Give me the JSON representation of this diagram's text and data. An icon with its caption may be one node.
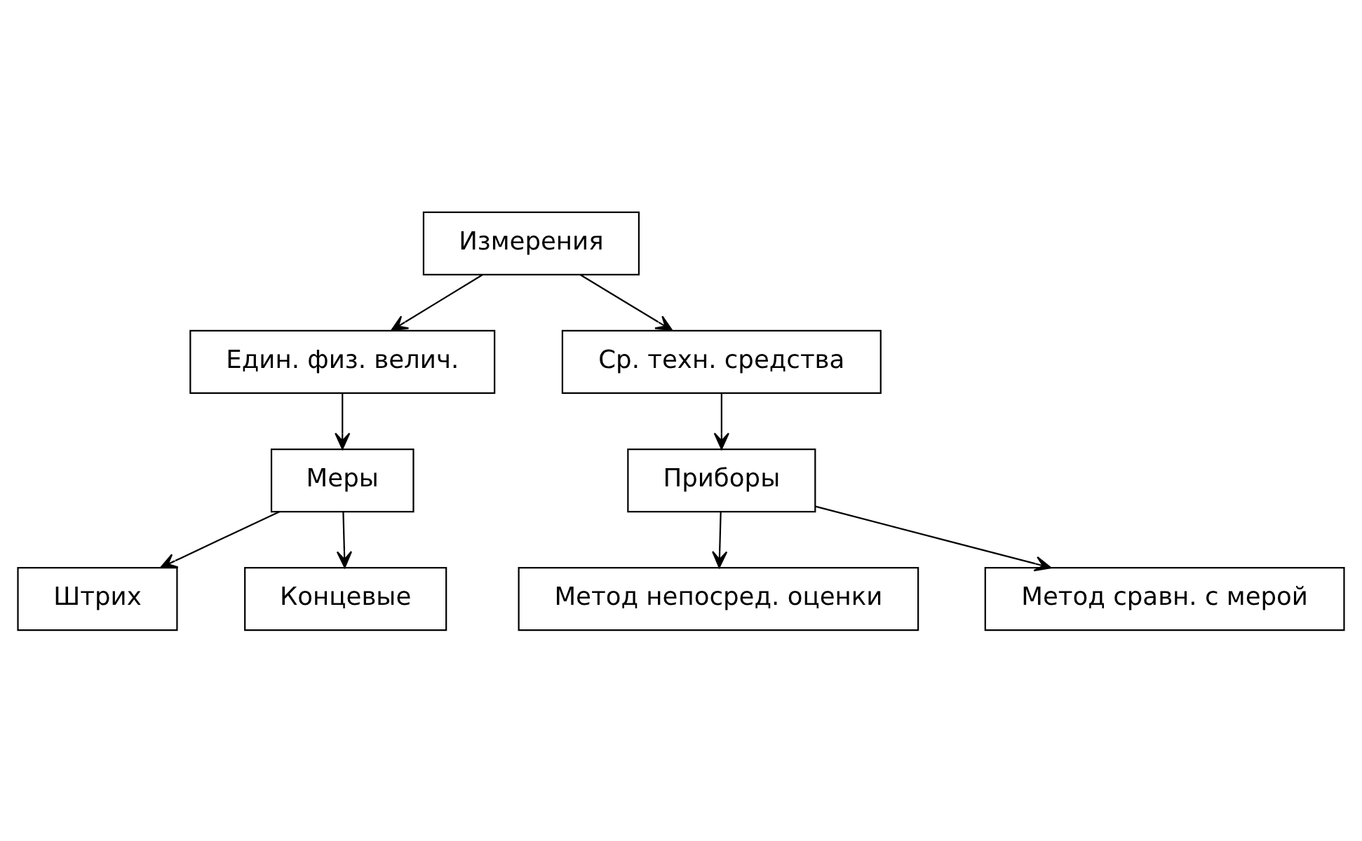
{
  "diagram": {
    "nodes": [
      {
        "text": [
          "Измерения"
        ]
      },
      {
        "text": [
          "Един. физ. велич."
        ]
      },
      {
        "text": [
          "Ср. техн. средства"
        ]
      },
      {
        "text": [
          "Меры"
        ]
      },
      {
        "text": [
          "Приборы"
        ]
      },
      {
        "text": [
          "Штрих"
        ]
      },
      {
        "text": [
          "Концевые"
        ]
      },
      {
        "text": [
          "Метод непосред. оценки"
        ]
      },
      {
        "text": [
          "Метод сравн. с мерой"
        ]
      }
    ],
    "edges": [
      {
        "from": 0,
        "to": 1,
        "arrow": "to"
      },
      {
        "from": 0,
        "to": 2,
        "arrow": "to"
      },
      {
        "from": 1,
        "to": 3,
        "arrow": "to"
      },
      {
        "from": 2,
        "to": 4,
        "arrow": "to"
      },
      {
        "from": 3,
        "to": 5,
        "arrow": "to"
      },
      {
        "from": 3,
        "to": 6,
        "arrow": "to"
      },
      {
        "from": 4,
        "to": 7,
        "arrow": "to"
      },
      {
        "from": 4,
        "to": 8,
        "arrow": "to"
      }
    ]
  }
}
